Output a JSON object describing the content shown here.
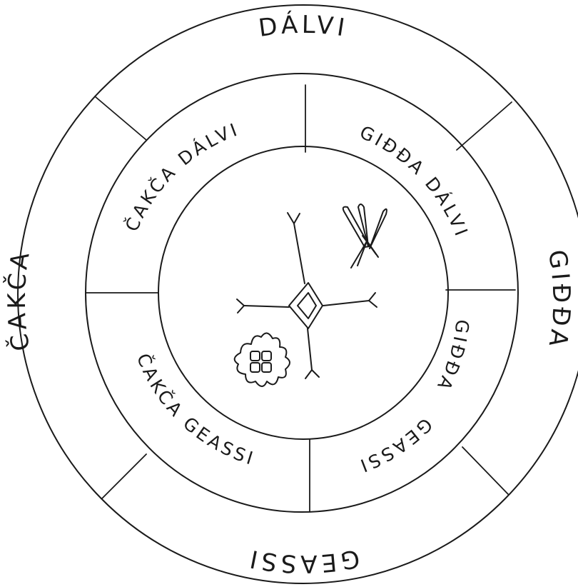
{
  "outer_ring": {
    "top": "DÁLVI",
    "right": "GIĐĐA",
    "bottom": "GEASSI",
    "left": "ČAKČA"
  },
  "middle_ring": {
    "top_left": "ČAKČA DÁLVI",
    "top_right": "GIĐĐA DÁLVI",
    "bottom_right_a": "GIĐĐA",
    "bottom_right_b": "GEASSI",
    "bottom_left": "ČAKČA GEASSI"
  },
  "center_icons": [
    "antler-star-icon",
    "reed-bundle-icon",
    "sun-icon"
  ]
}
